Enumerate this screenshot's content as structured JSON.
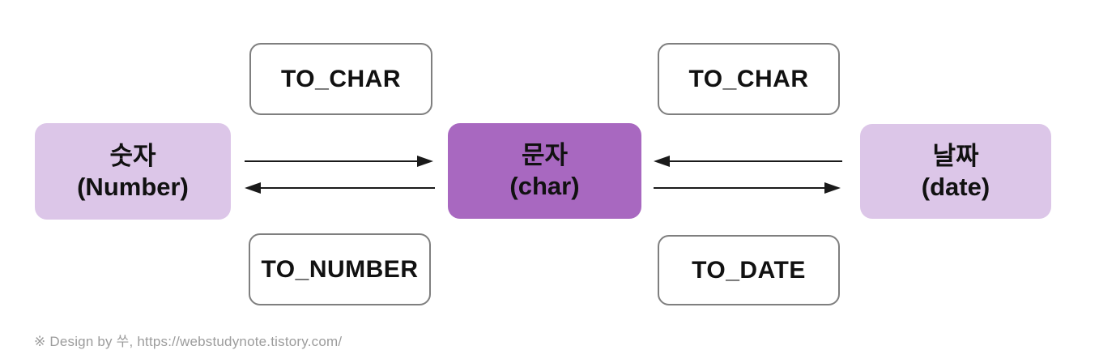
{
  "diagram": {
    "nodes": [
      {
        "id": "number",
        "label_ko": "숫자",
        "label_en": "(Number)",
        "fill": "#dcc6e8"
      },
      {
        "id": "char",
        "label_ko": "문자",
        "label_en": "(char)",
        "fill": "#a868c0"
      },
      {
        "id": "date",
        "label_ko": "날짜",
        "label_en": "(date)",
        "fill": "#dcc6e8"
      }
    ],
    "function_labels": [
      {
        "id": "to-char-left",
        "label": "TO_CHAR",
        "position": "top-left"
      },
      {
        "id": "to-char-right",
        "label": "TO_CHAR",
        "position": "top-right"
      },
      {
        "id": "to-number",
        "label": "TO_NUMBER",
        "position": "bottom-left"
      },
      {
        "id": "to-date",
        "label": "TO_DATE",
        "position": "bottom-right"
      }
    ],
    "arrows": [
      {
        "id": "number-to-char",
        "between": [
          "number",
          "char"
        ],
        "direction": "right"
      },
      {
        "id": "char-to-number",
        "between": [
          "char",
          "number"
        ],
        "direction": "left"
      },
      {
        "id": "date-to-char",
        "between": [
          "date",
          "char"
        ],
        "direction": "left"
      },
      {
        "id": "char-to-date",
        "between": [
          "char",
          "date"
        ],
        "direction": "right"
      }
    ],
    "colors": {
      "node_light": "#dcc6e8",
      "node_dark": "#a868c0",
      "label_border": "#7f7f7f",
      "arrow": "#1a1a1a",
      "footer_text": "#9c9c9c"
    }
  },
  "footer": {
    "credit": "※ Design by 쑤, https://webstudynote.tistory.com/"
  }
}
